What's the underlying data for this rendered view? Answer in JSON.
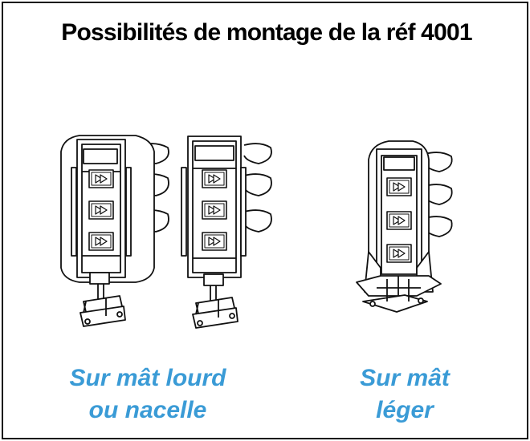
{
  "title": "Possibilités de montage de la réf 4001",
  "captions": {
    "heavy_mast": [
      "Sur mât lourd",
      "ou nacelle"
    ],
    "light_mast": [
      "Sur mât",
      "léger"
    ]
  },
  "colors": {
    "caption": "#3a9bd6",
    "line": "#111111",
    "border": "#111111"
  }
}
